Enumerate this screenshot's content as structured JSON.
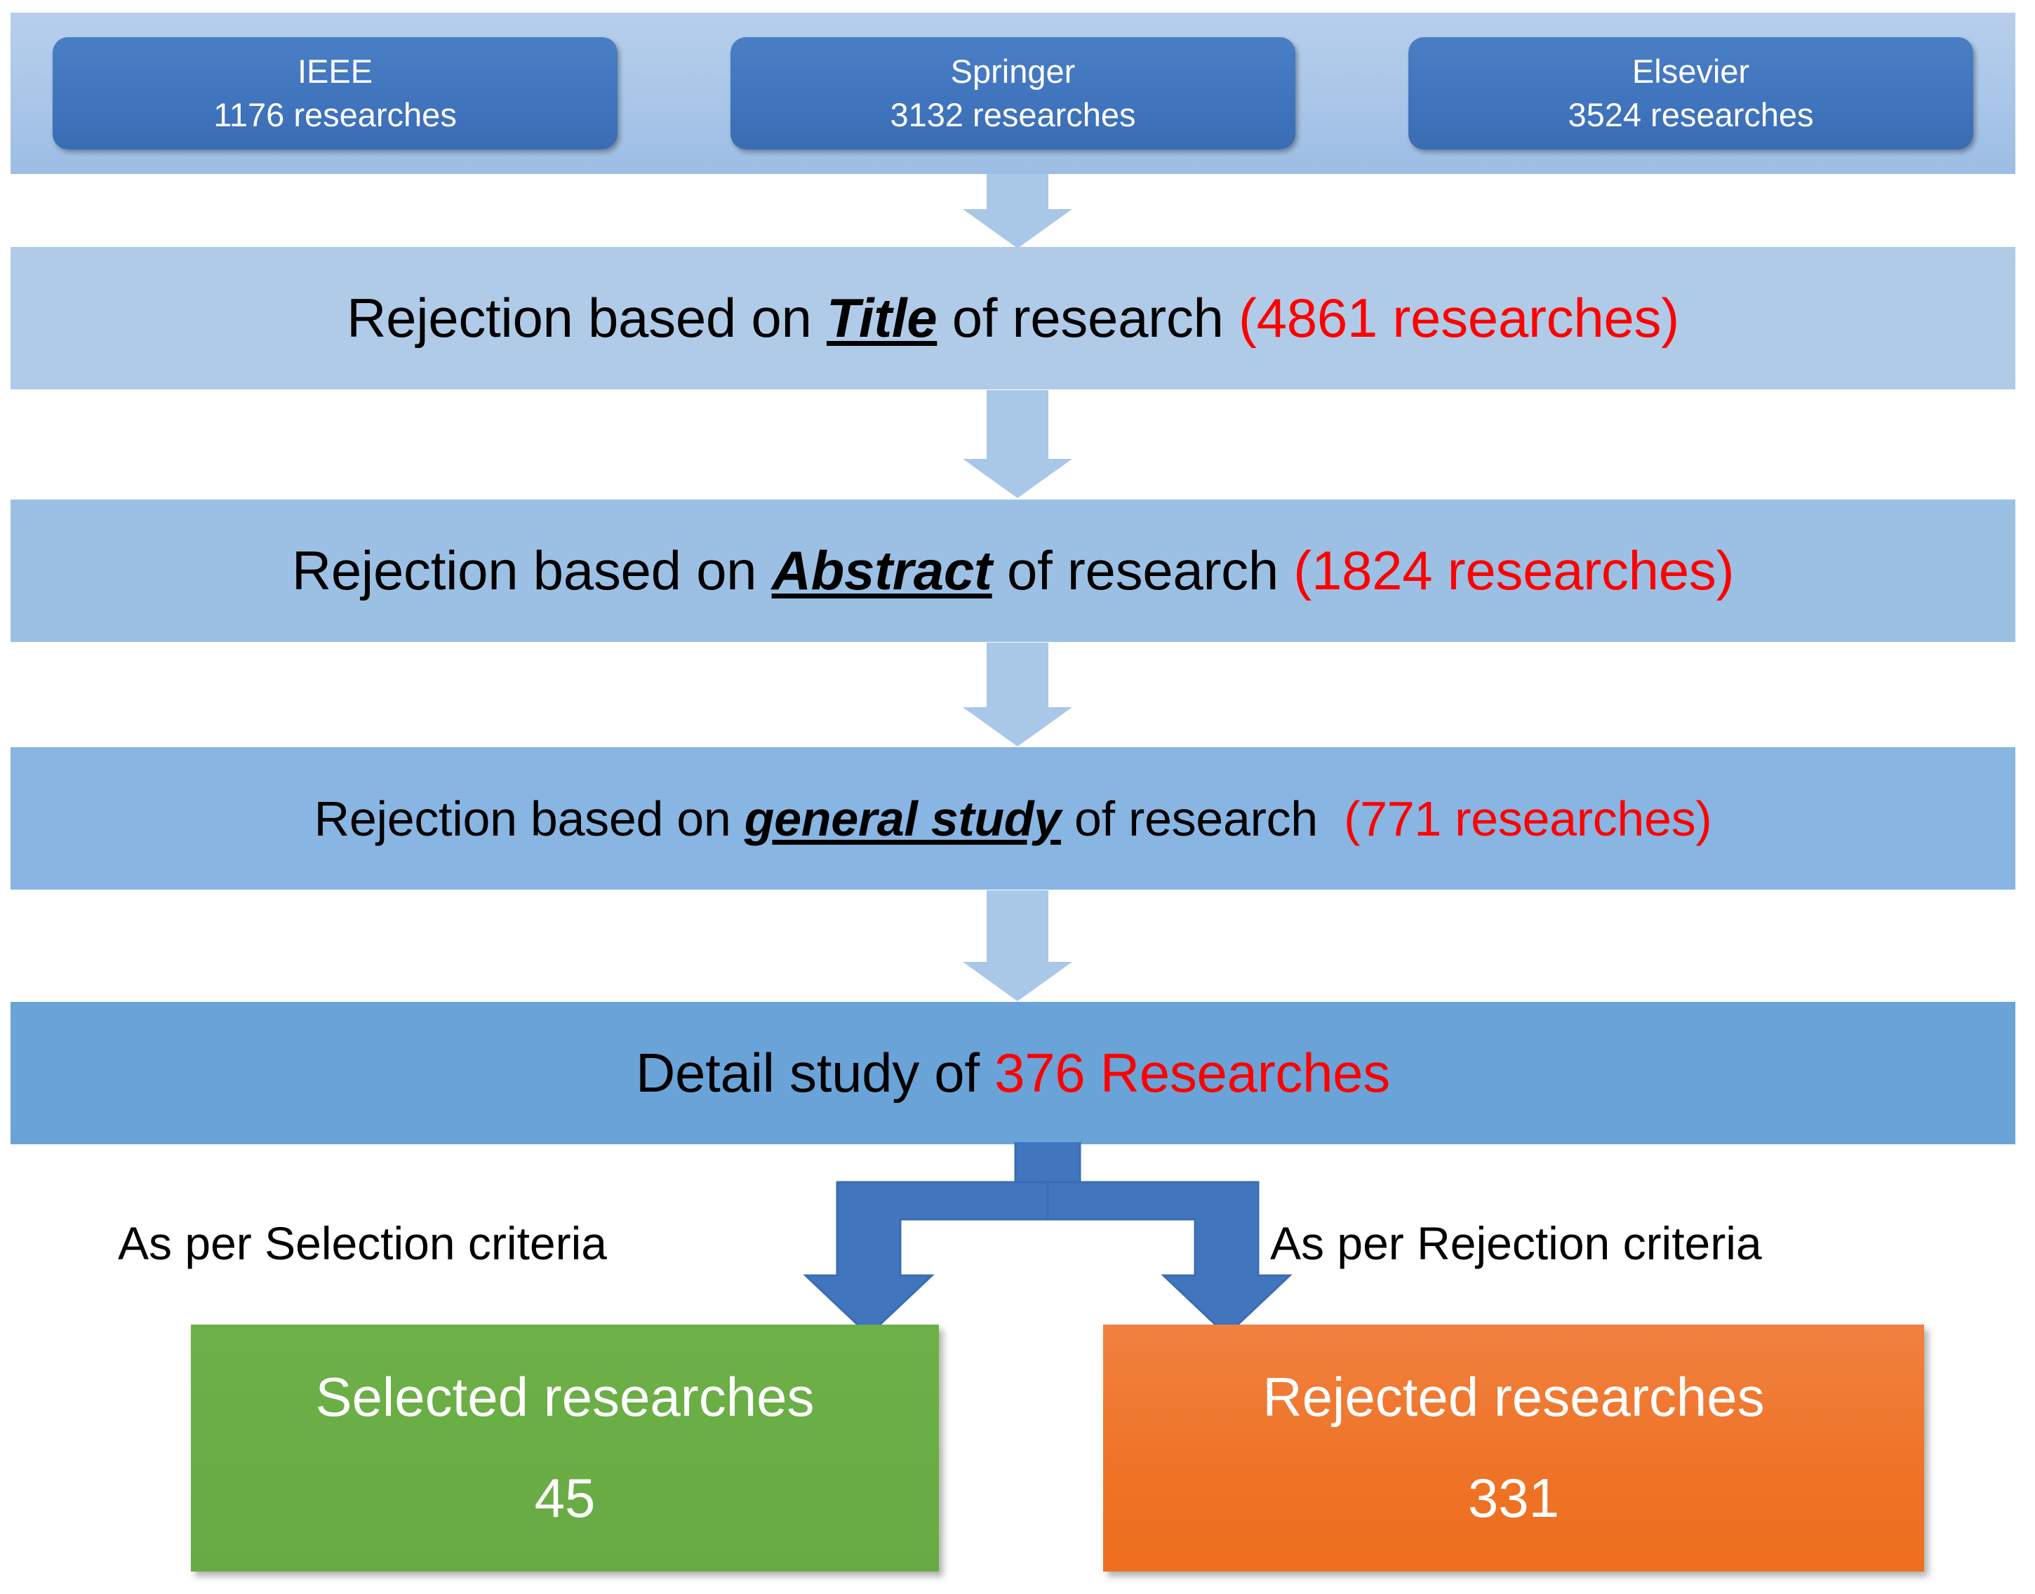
{
  "diagram": {
    "title": "Research selection flow",
    "colors": {
      "source_box": "#4176bf",
      "band_title": "#b0cbe8",
      "band_abstract": "#9bc0e4",
      "band_general": "#88b5e2",
      "band_detail": "#6aa3d8",
      "arrow_light": "#a9c8e8",
      "arrow_dark": "#4176bf",
      "count_red": "#ff0000",
      "selected_green": "#68ab44",
      "rejected_orange": "#ef7326"
    },
    "sources": [
      {
        "name": "IEEE",
        "count": "1176 researches"
      },
      {
        "name": "Springer",
        "count": "3132 researches"
      },
      {
        "name": "Elsevier",
        "count": "3524 researches"
      }
    ],
    "stages": [
      {
        "prefix": "Rejection based on ",
        "emphasis": "Title",
        "suffix": " of research ",
        "count": "(4861 researches)"
      },
      {
        "prefix": "Rejection based on ",
        "emphasis": "Abstract",
        "suffix": " of research ",
        "count": "(1824 researches)"
      },
      {
        "prefix": "Rejection based on ",
        "emphasis": "general study",
        "suffix": " of research ",
        "count": "(771 researches)"
      }
    ],
    "detail": {
      "prefix": "Detail study of ",
      "count": "376 Researches"
    },
    "branches": {
      "left_label": "As per Selection criteria",
      "right_label": "As per Rejection criteria"
    },
    "results": [
      {
        "title": "Selected researches",
        "number": "45"
      },
      {
        "title": "Rejected researches",
        "number": "331"
      }
    ]
  },
  "chart_data": {
    "type": "diagram",
    "title": "Research screening flowchart",
    "nodes": [
      {
        "id": "ieee",
        "label": "IEEE",
        "value": 1176,
        "level": 0
      },
      {
        "id": "springer",
        "label": "Springer",
        "value": 3132,
        "level": 0
      },
      {
        "id": "elsevier",
        "label": "Elsevier",
        "value": 3524,
        "level": 0
      },
      {
        "id": "title",
        "label": "Rejection based on Title of research",
        "value": 4861,
        "level": 1
      },
      {
        "id": "abstract",
        "label": "Rejection based on Abstract of research",
        "value": 1824,
        "level": 2
      },
      {
        "id": "general",
        "label": "Rejection based on general study of research",
        "value": 771,
        "level": 3
      },
      {
        "id": "detail",
        "label": "Detail study of Researches",
        "value": 376,
        "level": 4
      },
      {
        "id": "selected",
        "label": "Selected researches",
        "value": 45,
        "level": 5
      },
      {
        "id": "rejected",
        "label": "Rejected researches",
        "value": 331,
        "level": 5
      }
    ],
    "edges": [
      {
        "from": "sources",
        "to": "title"
      },
      {
        "from": "title",
        "to": "abstract"
      },
      {
        "from": "abstract",
        "to": "general"
      },
      {
        "from": "general",
        "to": "detail"
      },
      {
        "from": "detail",
        "to": "selected",
        "label": "As per Selection criteria"
      },
      {
        "from": "detail",
        "to": "rejected",
        "label": "As per Rejection criteria"
      }
    ]
  }
}
